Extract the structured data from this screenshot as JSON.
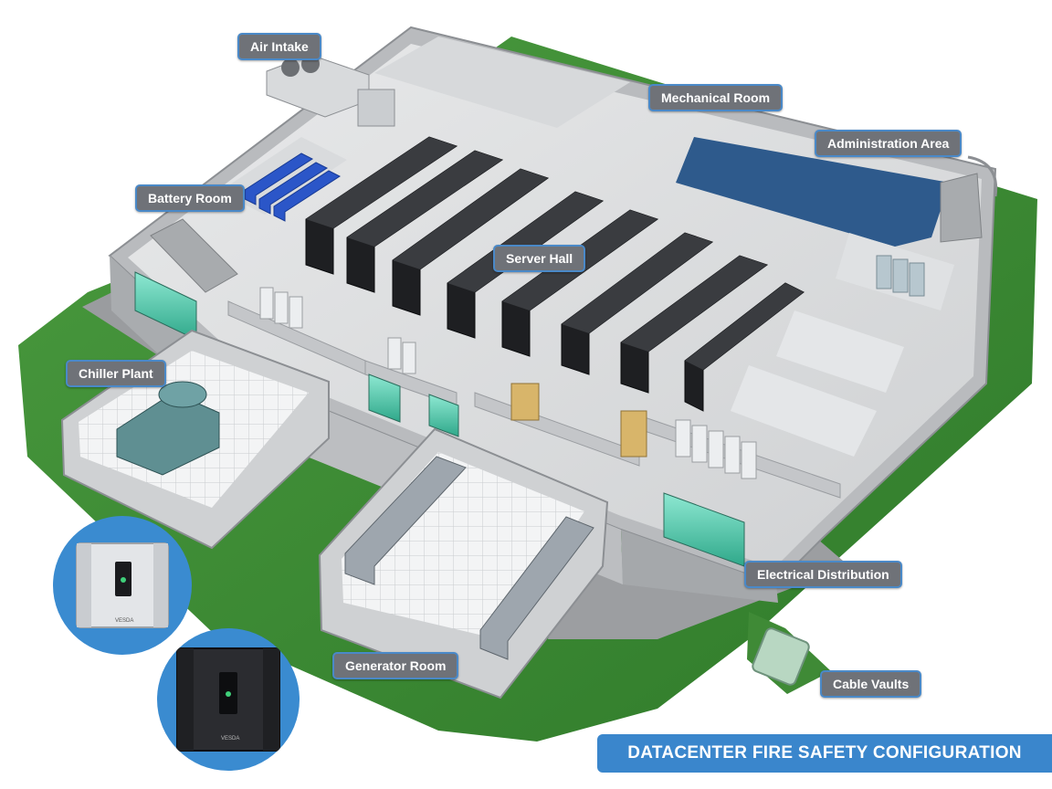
{
  "title": "DATACENTER FIRE SAFETY CONFIGURATION",
  "areas": [
    {
      "id": "air-intake",
      "label": "Air Intake"
    },
    {
      "id": "mechanical-room",
      "label": "Mechanical Room"
    },
    {
      "id": "administration-area",
      "label": "Administration Area"
    },
    {
      "id": "battery-room",
      "label": "Battery Room"
    },
    {
      "id": "server-hall",
      "label": "Server Hall"
    },
    {
      "id": "chiller-plant",
      "label": "Chiller Plant"
    },
    {
      "id": "electrical-distribution",
      "label": "Electrical Distribution"
    },
    {
      "id": "generator-room",
      "label": "Generator Room"
    },
    {
      "id": "cable-vaults",
      "label": "Cable Vaults"
    }
  ],
  "devices": {
    "brand_light": "VESDA",
    "brand_dark": "VESDA"
  },
  "colors": {
    "accent": "#3a86cc",
    "label_bg": "#6f7278",
    "grass": "#3f8a36",
    "wall": "#cfd1d3",
    "rack": "#1e1f22",
    "glass": "#5fd6b8",
    "floor_blue": "#2e5a8c",
    "battery": "#2b56c8"
  }
}
